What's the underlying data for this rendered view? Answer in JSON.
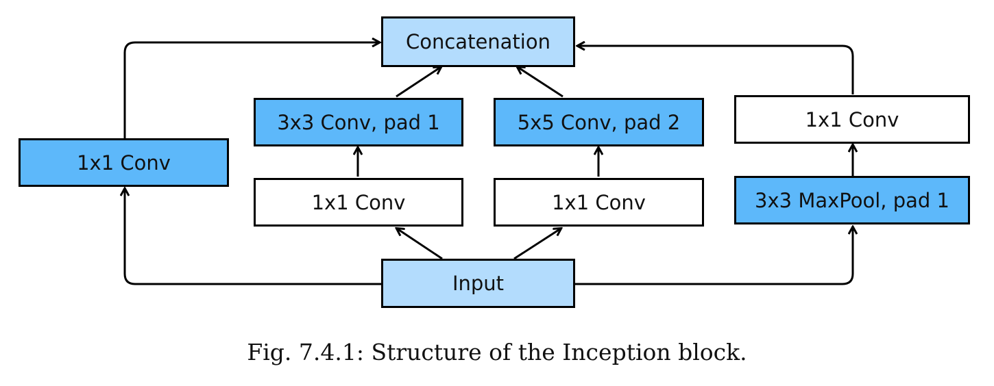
{
  "colors": {
    "input_concat": "#b3dcfd",
    "highlight": "#5db8fa",
    "plain": "#ffffff",
    "stroke": "#000000"
  },
  "nodes": {
    "concatenation": "Concatenation",
    "path1_conv1x1": "1x1 Conv",
    "path2_conv3x3": "3x3 Conv, pad 1",
    "path3_conv5x5": "5x5 Conv, pad 2",
    "path4_conv1x1": "1x1 Conv",
    "path2_conv1x1": "1x1 Conv",
    "path3_conv1x1": "1x1 Conv",
    "path4_maxpool": "3x3 MaxPool, pad 1",
    "input": "Input"
  },
  "caption": "Fig. 7.4.1: Structure of the Inception block."
}
